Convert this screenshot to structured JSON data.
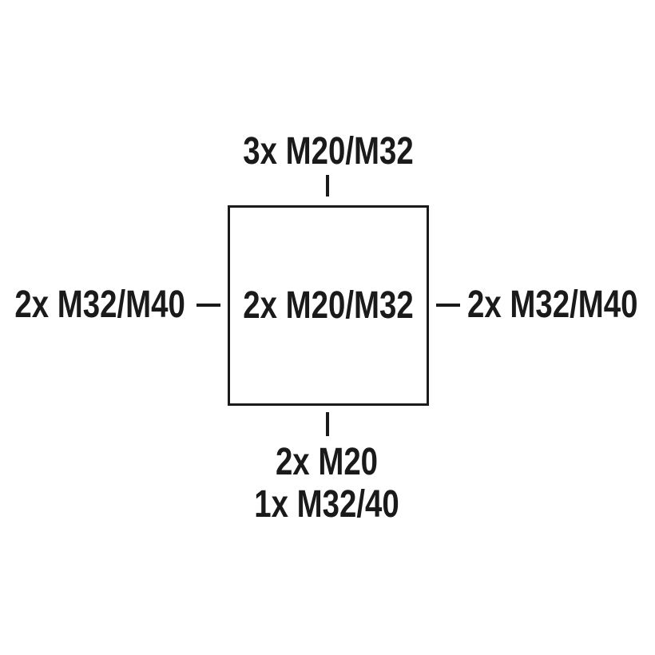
{
  "diagram": {
    "type": "junction-box-cable-entry-diagram",
    "colors": {
      "ink": "#1a1a1a",
      "background": "#ffffff"
    },
    "box": {
      "label": "2x M20/M32"
    },
    "entries": {
      "top": "3x M20/M32",
      "left": "2x M32/M40",
      "right": "2x M32/M40",
      "bottom_line1": "2x M20",
      "bottom_line2": "1x M32/40"
    }
  }
}
